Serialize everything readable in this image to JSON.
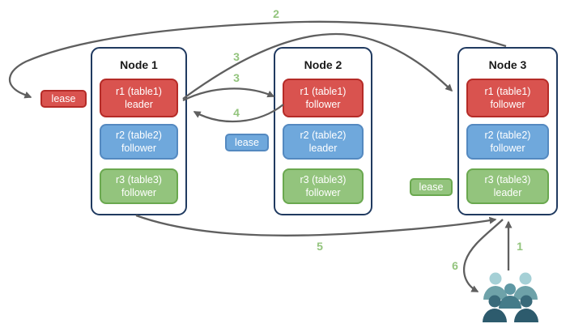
{
  "nodes": [
    {
      "title": "Node 1",
      "replicas": [
        {
          "line1": "r1 (table1)",
          "line2": "leader",
          "color": "red"
        },
        {
          "line1": "r2 (table2)",
          "line2": "follower",
          "color": "blue"
        },
        {
          "line1": "r3 (table3)",
          "line2": "follower",
          "color": "green"
        }
      ]
    },
    {
      "title": "Node 2",
      "replicas": [
        {
          "line1": "r1 (table1)",
          "line2": "follower",
          "color": "red"
        },
        {
          "line1": "r2 (table2)",
          "line2": "leader",
          "color": "blue"
        },
        {
          "line1": "r3 (table3)",
          "line2": "follower",
          "color": "green"
        }
      ]
    },
    {
      "title": "Node 3",
      "replicas": [
        {
          "line1": "r1 (table1)",
          "line2": "follower",
          "color": "red"
        },
        {
          "line1": "r2 (table2)",
          "line2": "follower",
          "color": "blue"
        },
        {
          "line1": "r3 (table3)",
          "line2": "leader",
          "color": "green"
        }
      ]
    }
  ],
  "leases": [
    {
      "label": "lease",
      "color": "red"
    },
    {
      "label": "lease",
      "color": "blue"
    },
    {
      "label": "lease",
      "color": "green"
    }
  ],
  "steps": {
    "s1": "1",
    "s2": "2",
    "s3_long": "3",
    "s3_short": "3",
    "s4": "4",
    "s5": "5",
    "s6": "6"
  },
  "icons": {
    "clients": "people-group-icon"
  },
  "colors": {
    "red_fill": "#d9534f",
    "red_border": "#b52b27",
    "blue_fill": "#6fa8dc",
    "blue_border": "#5489c0",
    "green_fill": "#93c47d",
    "green_border": "#6aa84f",
    "node_border": "#203a60",
    "arrow": "#5f5f5f",
    "step_label": "#93c47d",
    "people_light": "#a5d0d6",
    "people_medium": "#6ea2a9",
    "people_medium_dark": "#447b89",
    "people_dark": "#2d5b6d",
    "people_dark_head": "#396a7a",
    "text_on_color": "#ffffff"
  }
}
